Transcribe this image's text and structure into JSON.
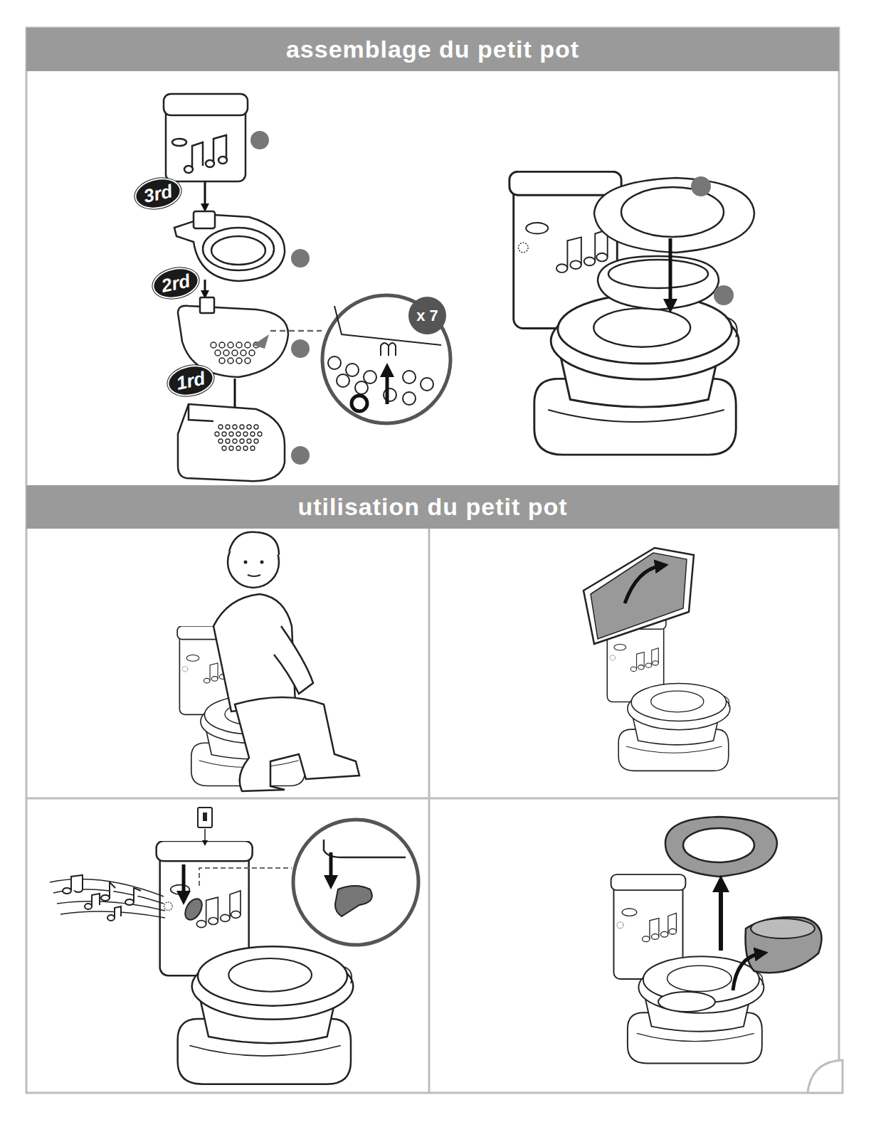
{
  "diagram": {
    "nodes": [
      {
        "text": [
          "assemblage du petit pot"
        ]
      },
      {
        "text": [
          "3rd"
        ]
      },
      {
        "text": [
          "2rd"
        ]
      },
      {
        "text": [
          "1rd"
        ]
      },
      {
        "text": [
          "x 7"
        ]
      },
      {
        "text": [
          "utilisation du petit pot"
        ]
      }
    ]
  }
}
